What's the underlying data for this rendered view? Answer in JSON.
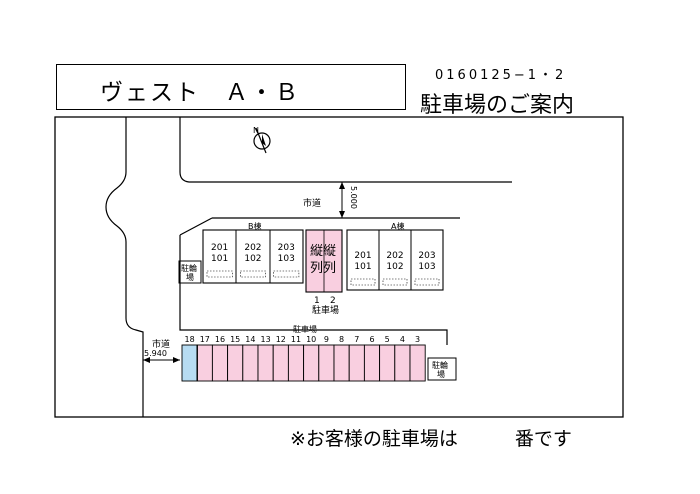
{
  "header": {
    "property_name": "ヴェスト　Ａ・Ｂ",
    "code": "0160125−1・2",
    "guide_title": "駐車場のご案内"
  },
  "map": {
    "road_label_top": "市道",
    "road_width_top": "5.000",
    "road_label_left": "市道",
    "road_width_left": "5.940",
    "building_b_label": "B棟",
    "building_a_label": "A棟",
    "building_b_units": [
      {
        "upper": "201",
        "lower": "101"
      },
      {
        "upper": "202",
        "lower": "102"
      },
      {
        "upper": "203",
        "lower": "103"
      }
    ],
    "building_a_units": [
      {
        "upper": "201",
        "lower": "101"
      },
      {
        "upper": "202",
        "lower": "102"
      },
      {
        "upper": "203",
        "lower": "103"
      }
    ],
    "tandem_label_line1": "縦縦",
    "tandem_label_line2": "列列",
    "tandem_numbers": [
      "1",
      "2"
    ],
    "tandem_caption": "駐車場",
    "parking_caption": "駐車場",
    "bicycle_left_line1": "駐輪",
    "bicycle_left_line2": "場",
    "bicycle_right_line1": "駐輪",
    "bicycle_right_line2": "場",
    "parking_numbers": [
      "18",
      "17",
      "16",
      "15",
      "14",
      "13",
      "12",
      "11",
      "10",
      "9",
      "8",
      "7",
      "6",
      "5",
      "4",
      "3"
    ],
    "compass_symbol": "N"
  },
  "footer": {
    "note": "※お客様の駐車場は　　　番です"
  },
  "colors": {
    "parking_fill": "#f9cfe0",
    "guest_space_fill": "#b7dcf2",
    "tandem_fill": "#f9cfe0",
    "line": "#000000"
  }
}
